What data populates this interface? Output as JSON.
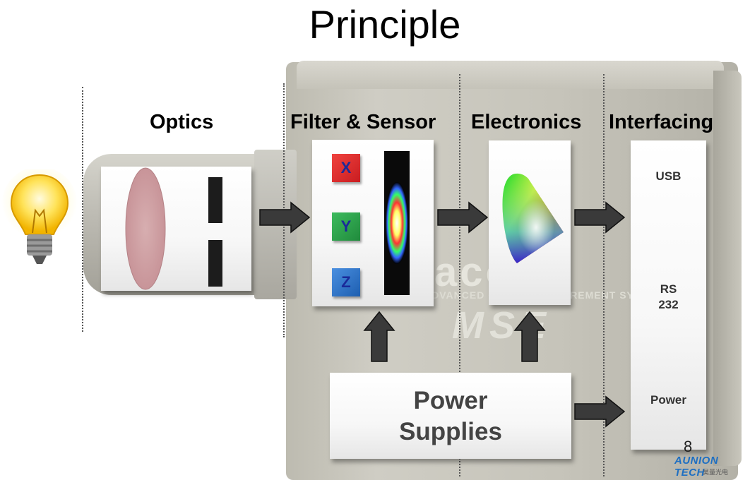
{
  "title": "Principle",
  "stages": {
    "optics": "Optics",
    "filter_sensor": "Filter & Sensor",
    "electronics": "Electronics",
    "interfacing": "Interfacing"
  },
  "filters": {
    "x": "X",
    "y": "Y",
    "z": "Z"
  },
  "power_box": {
    "line1": "Power",
    "line2": "Supplies"
  },
  "interfaces": {
    "usb": "USB",
    "rs_line1": "RS",
    "rs_line2": "232",
    "power": "Power"
  },
  "background_text": {
    "brand": "acoes",
    "tagline": "ADVANCED COLOR MEASUREMENT SYSTEM",
    "model": "MSE"
  },
  "page_number": "8",
  "logo": {
    "name": "AUNION TECH",
    "subtitle": "昊量光电"
  },
  "colors": {
    "filter_x": "#e8262b",
    "filter_y": "#2aa24a",
    "filter_z": "#2c73c8",
    "lens": "#d8a8ab",
    "arrow": "#333333"
  }
}
